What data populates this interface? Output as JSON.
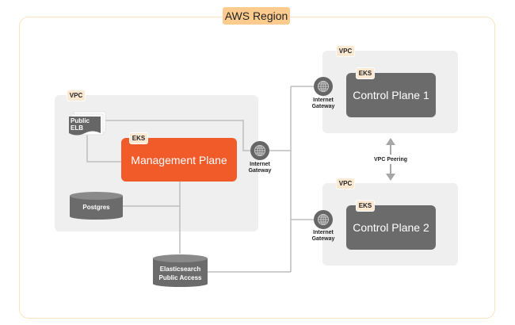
{
  "region": {
    "label": "AWS Region",
    "border_color": "#fde3c2",
    "label_bg": "#fdcb8e"
  },
  "left_vpc": {
    "label": "VPC",
    "elb": {
      "line1": "Public",
      "line2": "ELB"
    },
    "management": {
      "tag": "EKS",
      "label": "Management Plane",
      "color": "#f15a29"
    },
    "postgres": {
      "label": "Postgres"
    }
  },
  "left_gateway": {
    "line1": "Internet",
    "line2": "Gateway",
    "icon": "globe-icon"
  },
  "elasticsearch": {
    "line1": "Elasticsearch",
    "line2": "Public Access"
  },
  "vpc1": {
    "label": "VPC",
    "gateway": {
      "line1": "Internet",
      "line2": "Gateway",
      "icon": "globe-icon"
    },
    "control": {
      "tag": "EKS",
      "label": "Control Plane 1"
    }
  },
  "vpc2": {
    "label": "VPC",
    "gateway": {
      "line1": "Internet",
      "line2": "Gateway",
      "icon": "globe-icon"
    },
    "control": {
      "tag": "EKS",
      "label": "Control Plane 2"
    }
  },
  "peering": {
    "label": "VPC Peering"
  }
}
